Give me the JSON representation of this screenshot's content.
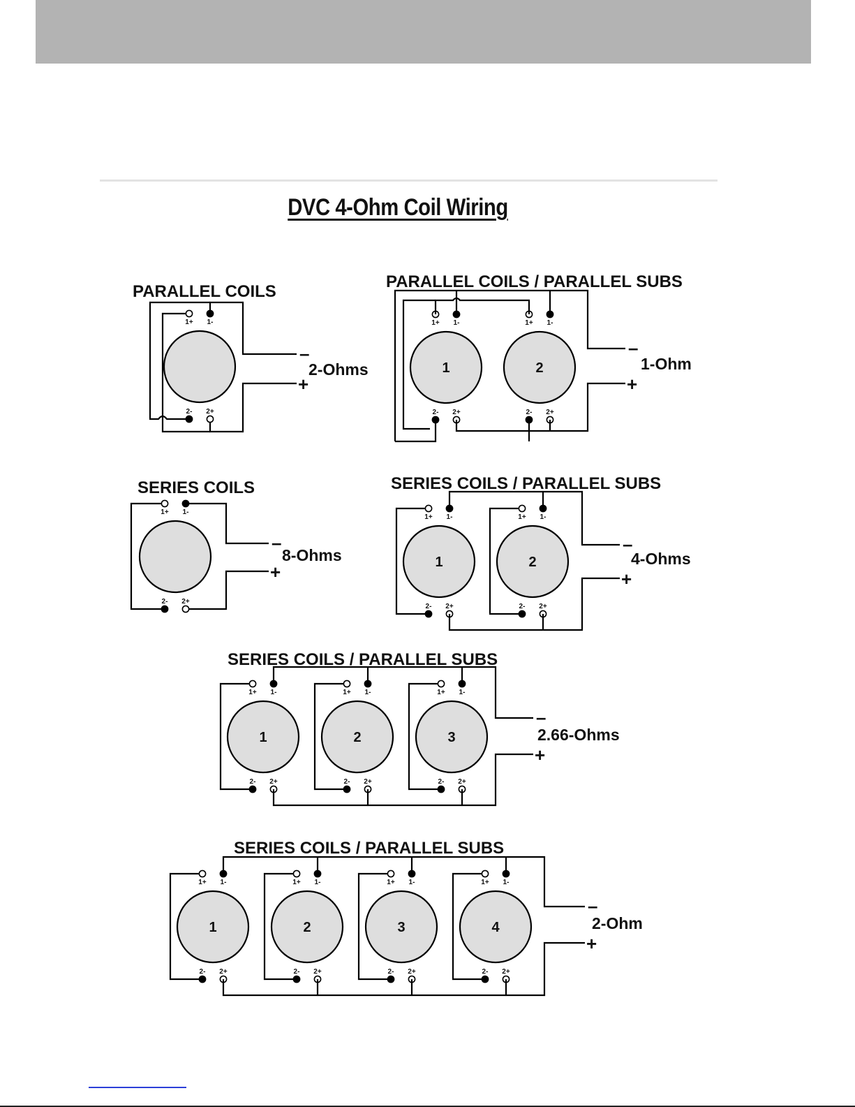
{
  "title": "DVC 4-Ohm Coil Wiring",
  "terminal_labels": {
    "p1": "1+",
    "n1": "1-",
    "n2": "2-",
    "p2": "2+"
  },
  "polarity": {
    "neg": "–",
    "pos": "+"
  },
  "diagrams": [
    {
      "id": "parallel-coils",
      "title": "PARALLEL COILS",
      "impedance": "2-Ohms",
      "subs": [
        ""
      ]
    },
    {
      "id": "parallel-coils-parallel-subs-2",
      "title": "PARALLEL COILS / PARALLEL SUBS",
      "impedance": "1-Ohm",
      "subs": [
        "1",
        "2"
      ]
    },
    {
      "id": "series-coils",
      "title": "SERIES COILS",
      "impedance": "8-Ohms",
      "subs": [
        ""
      ]
    },
    {
      "id": "series-coils-parallel-subs-2",
      "title": "SERIES COILS / PARALLEL SUBS",
      "impedance": "4-Ohms",
      "subs": [
        "1",
        "2"
      ]
    },
    {
      "id": "series-coils-parallel-subs-3",
      "title": "SERIES COILS / PARALLEL SUBS",
      "impedance": "2.66-Ohms",
      "subs": [
        "1",
        "2",
        "3"
      ]
    },
    {
      "id": "series-coils-parallel-subs-4",
      "title": "SERIES COILS / PARALLEL SUBS",
      "impedance": "2-Ohm",
      "subs": [
        "1",
        "2",
        "3",
        "4"
      ]
    }
  ],
  "colors": {
    "header_band": "#b3b3b3",
    "cone_fill": "#dedede",
    "link": "#2c3fd8"
  }
}
